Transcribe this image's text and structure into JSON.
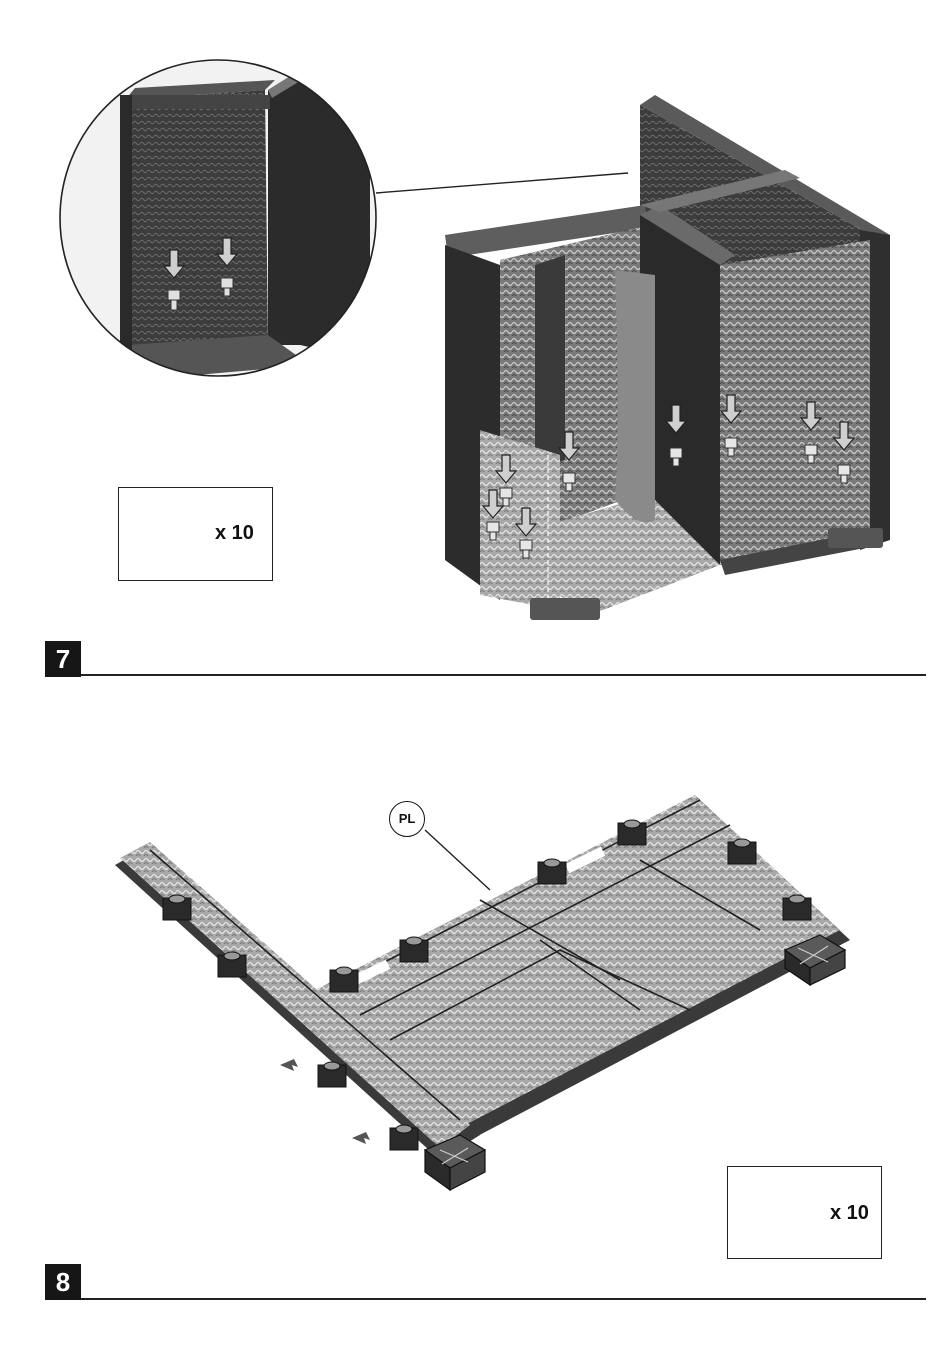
{
  "step7": {
    "number": "7",
    "parts_box": {
      "quantity": "x 10",
      "part_icon": "screw-icon"
    }
  },
  "step8": {
    "number": "8",
    "callout_label": "PL",
    "parts_box": {
      "quantity": "x 10",
      "part_icon": "foot-cap-icon"
    }
  }
}
